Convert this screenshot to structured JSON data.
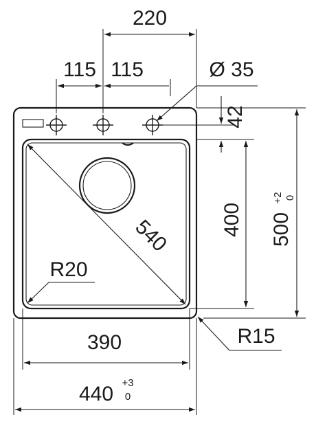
{
  "dimensions": {
    "tap_spacing_total": "220",
    "tap_spacing_left": "115",
    "tap_spacing_right": "115",
    "tap_hole_diameter": "Ø 35",
    "tap_hole_offset": "42",
    "bowl_depth": "400",
    "overall_depth": {
      "value": "500",
      "tol_upper": "+2",
      "tol_lower": "0"
    },
    "bowl_diagonal": "540",
    "bowl_corner_radius": "R20",
    "outer_corner_radius": "R15",
    "bowl_width": "390",
    "overall_width": {
      "value": "440",
      "tol_upper": "+3",
      "tol_lower": "0"
    }
  }
}
